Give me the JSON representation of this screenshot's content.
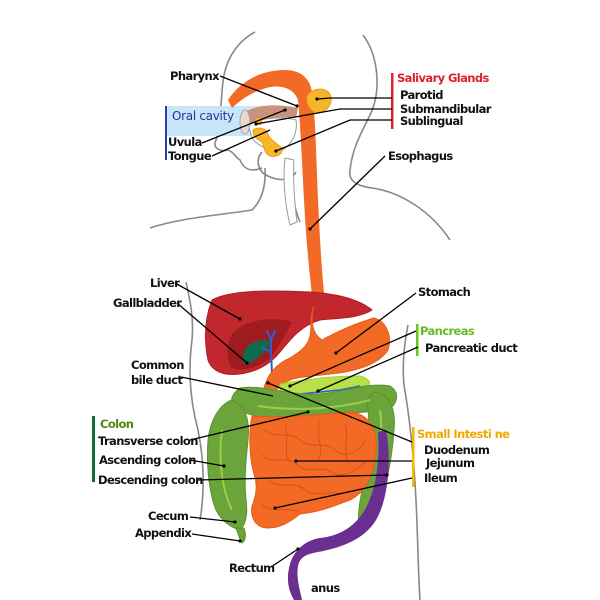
{
  "diagram": {
    "title": "Human digestive system",
    "colors": {
      "esophagus": "#f26a25",
      "liver": "#c1272d",
      "liver_dark": "#9e1b20",
      "gallbladder": "#0f6b50",
      "bile_duct": "#2e5fd0",
      "colon": "#6aa43a",
      "colon_light": "#9ad046",
      "small_intestine": "#f26a25",
      "rectum": "#6a2f91",
      "salivary": "#f7b52a",
      "tongue": "#c8927e",
      "oral_cavity_box": "#c8e6fa",
      "outline": "#888888"
    },
    "groups": {
      "salivary": {
        "title": "Salivary Glands",
        "color": "#e0202a",
        "items": [
          "Parotid",
          "Submandibular",
          "Sublingual"
        ]
      },
      "oral": {
        "title": "Oral cavity",
        "color": "#2d2f9e",
        "items": [
          "Uvula",
          "Tongue"
        ]
      },
      "pancreas": {
        "title": "Pancreas",
        "color": "#66bb22",
        "items": [
          "Pancreatic duct"
        ]
      },
      "colon": {
        "title": "Colon",
        "color": "#4f8a10",
        "bar_color": "#0e6b3a",
        "items": [
          "Transverse colon",
          "Ascending colon",
          "Descending colon"
        ]
      },
      "small_intestine": {
        "title": "Small Intesti ne",
        "color": "#f5a900",
        "items": [
          "Duodenum",
          "Jejunum",
          "Ileum"
        ]
      }
    },
    "labels": {
      "pharynx": "Pharynx",
      "esophagus": "Esophagus",
      "liver": "Liver",
      "gallbladder": "Gallbladder",
      "common_bile_duct_1": "Common",
      "common_bile_duct_2": "bile duct",
      "stomach": "Stomach",
      "cecum": "Cecum",
      "appendix": "Appendix",
      "rectum": "Rectum",
      "anus": "anus"
    }
  }
}
